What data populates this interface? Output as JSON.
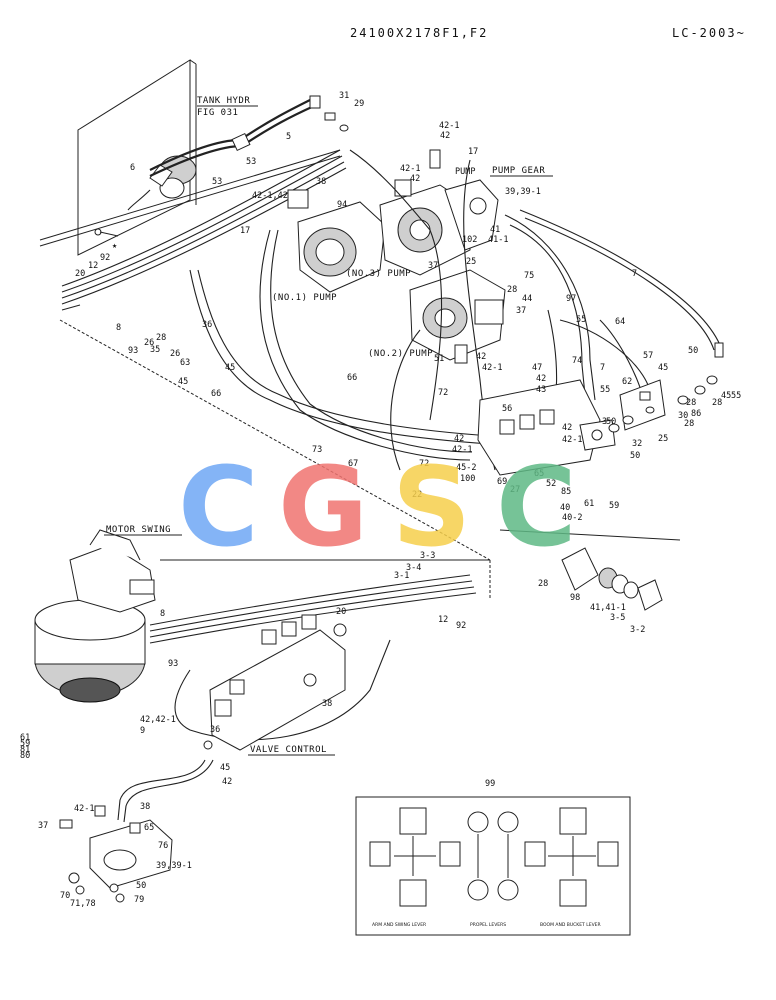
{
  "header": {
    "drawing_number": "24100X2178F1,F2",
    "model_range": "LC-2003~"
  },
  "watermark": {
    "letters": [
      "C",
      "G",
      "S",
      "C"
    ],
    "colors": [
      "#6fa8f5",
      "#f07470",
      "#f6cf4c",
      "#5fb985"
    ]
  },
  "captions": {
    "tank_hydr": "TANK HYDR",
    "fig": "FIG 031",
    "pump_gear": "PUMP GEAR",
    "no1_pump": "(NO.1) PUMP",
    "no2_pump": "(NO.2) PUMP",
    "no3_pump": "(NO.3) PUMP",
    "motor_swing": "MOTOR SWING",
    "valve_control": "VALVE CONTROL"
  },
  "decal": {
    "ref": "99",
    "labels": [
      "ARM AND SWING LEVER",
      "PROPEL LEVERS",
      "BOOM AND BUCKET LEVER"
    ]
  },
  "callouts": [
    "31",
    "29",
    "5",
    "53",
    "6",
    "53",
    "42-1",
    "42",
    "17",
    "42-1",
    "42",
    "PUMP",
    "38",
    "94",
    "39,39-1",
    "42-1,42",
    "17",
    "102",
    "41",
    "41-1",
    "20",
    "12",
    "92",
    "37",
    "25",
    "75",
    "7",
    "28",
    "44",
    "97",
    "8",
    "93",
    "26",
    "35",
    "28",
    "26",
    "63",
    "36",
    "45",
    "66",
    "45",
    "37",
    "55",
    "64",
    "57",
    "50",
    "51",
    "42",
    "42-1",
    "47",
    "42",
    "43",
    "74",
    "7",
    "55",
    "62",
    "45",
    "50",
    "66",
    "72",
    "56",
    "42",
    "42-1",
    "73",
    "42",
    "42-1",
    "45-2",
    "67",
    "72",
    "22",
    "100",
    "69",
    "27",
    "65",
    "52",
    "85",
    "40",
    "40-2",
    "61",
    "59",
    "3",
    "50",
    "32",
    "25",
    "28",
    "30",
    "28",
    "86",
    "28",
    "45",
    "55",
    "28",
    "98",
    "41,41-1",
    "3-5",
    "3-2",
    "3-4",
    "3-3",
    "3-1",
    "12",
    "92",
    "20",
    "8",
    "93",
    "38",
    "42,42-1",
    "9",
    "36",
    "45",
    "42",
    "42-1",
    "38",
    "65",
    "37",
    "76",
    "39,39-1",
    "50",
    "79",
    "70",
    "71,78",
    "61",
    "59",
    "81",
    "80"
  ]
}
